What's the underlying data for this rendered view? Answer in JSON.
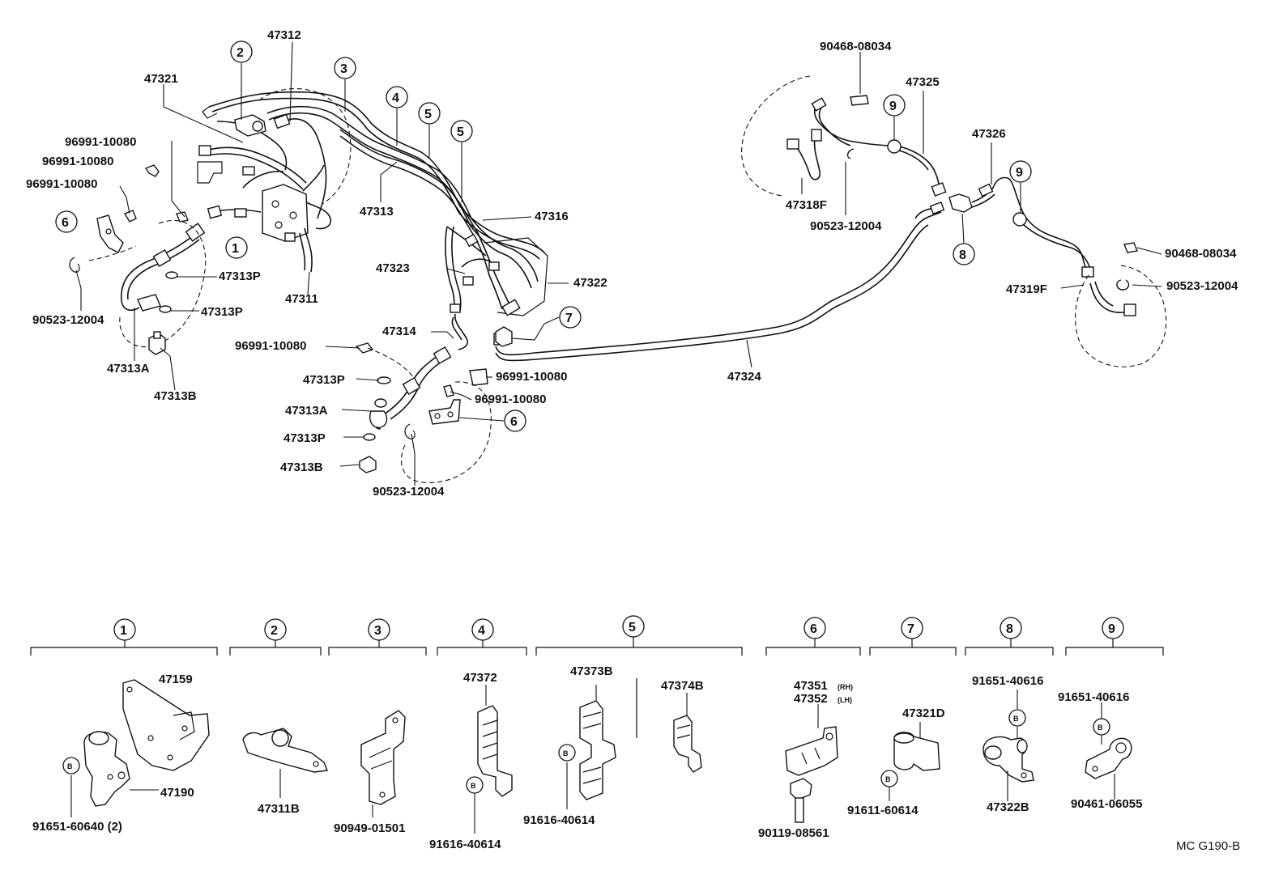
{
  "diagram_code": "MC  G190-B",
  "callouts": [
    "1",
    "2",
    "3",
    "4",
    "5",
    "6",
    "7",
    "8",
    "9"
  ],
  "letter_b": "B",
  "rh": "(RH)",
  "lh": "(LH)",
  "parts": {
    "p47312": "47312",
    "p47321": "47321",
    "p96991a": "96991-10080",
    "p96991b": "96991-10080",
    "p96991c": "96991-10080",
    "p96991d": "96991-10080",
    "p96991e": "96991-10080",
    "p96991f": "96991-10080",
    "p47313": "47313",
    "p47316": "47316",
    "p47323": "47323",
    "p47322": "47322",
    "p47313P_a": "47313P",
    "p47313P_b": "47313P",
    "p47313P_c": "47313P",
    "p47313P_d": "47313P",
    "p47311": "47311",
    "p90523a": "90523-12004",
    "p90523b": "90523-12004",
    "p90523c": "90523-12004",
    "p90523d": "90523-12004",
    "p47313A_a": "47313A",
    "p47313A_b": "47313A",
    "p47313B_a": "47313B",
    "p47313B_b": "47313B",
    "p47314": "47314",
    "p47324": "47324",
    "p90468a": "90468-08034",
    "p90468b": "90468-08034",
    "p47325": "47325",
    "p47326": "47326",
    "p47318F": "47318F",
    "p47319F": "47319F",
    "p47159": "47159",
    "p47190": "47190",
    "p91651_60640": "91651-60640 (2)",
    "p47311B": "47311B",
    "p90949": "90949-01501",
    "p47372": "47372",
    "p91616a": "91616-40614",
    "p47373B": "47373B",
    "p91616b": "91616-40614",
    "p47374B": "47374B",
    "p47351": "47351",
    "p47352": "47352",
    "p90119": "90119-08561",
    "p47321D": "47321D",
    "p91611": "91611-60614",
    "p91651a": "91651-40616",
    "p47322B": "47322B",
    "p91651b": "91651-40616",
    "p90461": "90461-06055"
  }
}
